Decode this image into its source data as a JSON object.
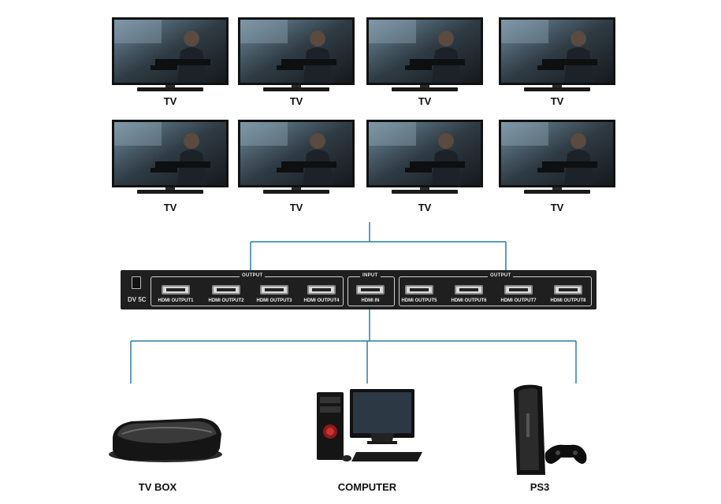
{
  "tvs": {
    "label": "TV",
    "count": 8
  },
  "splitter": {
    "dc_label": "DV  5C",
    "output_left": {
      "title": "OUTPUT",
      "ports": [
        "HDMI OUTPUT1",
        "HDMI OUTPUT2",
        "HDMI OUTPUT3",
        "HDMI OUTPUT4"
      ]
    },
    "input": {
      "title": "INPUT",
      "ports": [
        "HDMI IN"
      ]
    },
    "output_right": {
      "title": "OUTPUT",
      "ports": [
        "HDMI OUTPUT5",
        "HDMI OUTPUT6",
        "HDMI OUTPUT7",
        "HDMI OUTPUT8"
      ]
    }
  },
  "sources": {
    "tv_box": "TV BOX",
    "computer": "COMPUTER",
    "ps3": "PS3"
  },
  "colors": {
    "connector_line": "#2a7ea3",
    "panel": "#1f1f1f"
  }
}
